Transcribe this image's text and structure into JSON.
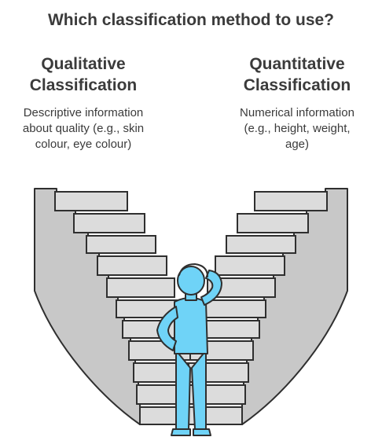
{
  "title": "Which classification method to use?",
  "left": {
    "heading": "Qualitative\nClassification",
    "description": "Descriptive information\nabout quality (e.g., skin\ncolour, eye colour)"
  },
  "right": {
    "heading": "Quantitative\nClassification",
    "description": "Numerical information\n(e.g., height, weight,\nage)"
  },
  "colors": {
    "stair_fill": "#c8c8c8",
    "stair_side": "#b4b4b4",
    "outline": "#2f2f2f",
    "person": "#6fd3f7"
  }
}
